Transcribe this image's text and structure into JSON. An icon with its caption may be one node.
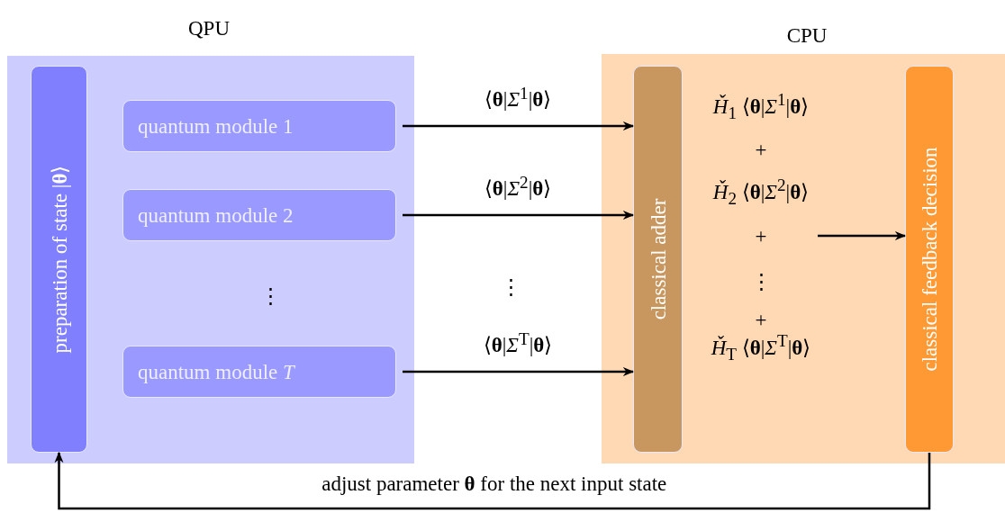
{
  "diagram": {
    "nodes": [
      {
        "text": [
          "QPU"
        ]
      },
      {
        "text": [
          "preparation of state |**θ**⟩"
        ],
        "in": 0
      },
      {
        "text": [
          "quantum module 1"
        ],
        "in": 0
      },
      {
        "text": [
          "quantum module 2"
        ],
        "in": 0
      },
      {
        "text": [
          "quantum module *T*"
        ],
        "in": 0
      },
      {
        "text": [
          "CPU"
        ]
      },
      {
        "text": [
          "classical adder"
        ],
        "in": 5
      },
      {
        "text": [
          "classical feedback decision"
        ],
        "in": 5
      }
    ],
    "edges": [
      {
        "from": 2,
        "to": 6,
        "arrow": "to",
        "label": "⟨**θ**|*Σ*$^{1}$|**θ**⟩"
      },
      {
        "from": 3,
        "to": 6,
        "arrow": "to",
        "label": "⟨**θ**|*Σ*$^{2}$|**θ**⟩"
      },
      {
        "from": 4,
        "to": 6,
        "arrow": "to",
        "label": "⟨**θ**|*Σ*$^{T}$|**θ**⟩"
      },
      {
        "from": null,
        "to": 7,
        "arrow": "to"
      },
      {
        "from": 7,
        "to": 1,
        "arrow": "to",
        "label": "adjust parameter **θ** for the next input state"
      }
    ],
    "labels": [
      "⋮",
      "⋮",
      "*Ȟ*$_{1}$ ⟨**θ**|*Σ*$^{1}$|**θ**⟩",
      "+",
      "*Ȟ*$_{2}$ ⟨**θ**|*Σ*$^{2}$|**θ**⟩",
      "+",
      "⋮",
      "+",
      "*Ȟ*$_{T}$ ⟨**θ**|*Σ*$^{T}$|**θ**⟩"
    ]
  }
}
